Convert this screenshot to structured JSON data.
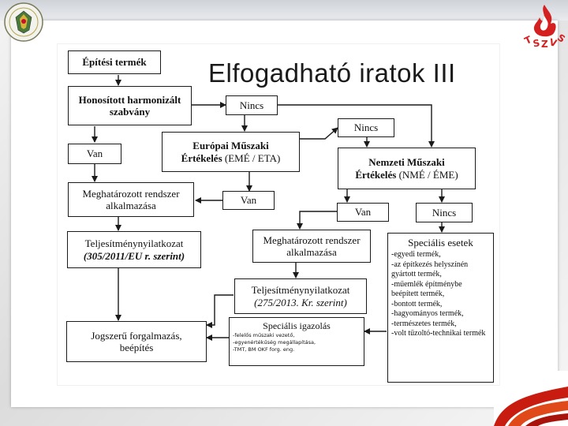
{
  "title": "Elfogadható iratok III",
  "boxes": {
    "epitesi_termek": "Építési termék",
    "honositott": "Honosított harmonizált szabvány",
    "nincs_1": "Nincs",
    "nincs_2": "Nincs",
    "van_1": "Van",
    "europai_line1": "Európai Műszaki",
    "europai_line2_bold": "Értékelés",
    "europai_line2_rest": " (EMÉ / ETA)",
    "nemzeti_line1": "Nemzeti Műszaki",
    "nemzeti_line2_bold": "Értékelés",
    "nemzeti_line2_rest": " (NMÉ / ÉME)",
    "meghatarozott_1": "Meghatározott rendszer alkalmazása",
    "van_2": "Van",
    "van_3": "Van",
    "nincs_3": "Nincs",
    "telj_1_line1": "Teljesítménynyilatkozat",
    "telj_1_line2": "(305/2011/EU r. szerint)",
    "meghatarozott_2": "Meghatározott rendszer alkalmazása",
    "specialis_esetek_title": "Speciális esetek",
    "specialis_esetek_items": [
      "-egyedi termék,",
      "-az építkezés helyszínén gyártott termék,",
      "-műemlék építménybe beépített termék,",
      "-bontott termék,",
      "-hagyományos termék,",
      "-természetes termék,",
      "-volt tűzoltó-technikai termék"
    ],
    "telj_2_line1": "Teljesítménynyilatkozat",
    "telj_2_line2": "(275/2013. Kr. szerint)",
    "jogszeru": "Jogszerű forgalmazás, beépítés",
    "specialis_igazolas_title": "Speciális igazolás",
    "specialis_igazolas_items": [
      "-felelős műszaki vezető,",
      "-egyenértékűség megállapítása,",
      "-TMT, BM OKF forg. eng."
    ]
  },
  "logos": {
    "left": "crest-logo",
    "right_text": "TSZVSZ"
  },
  "colors": {
    "accent": "#c8102e",
    "line": "#1a1a1a"
  }
}
